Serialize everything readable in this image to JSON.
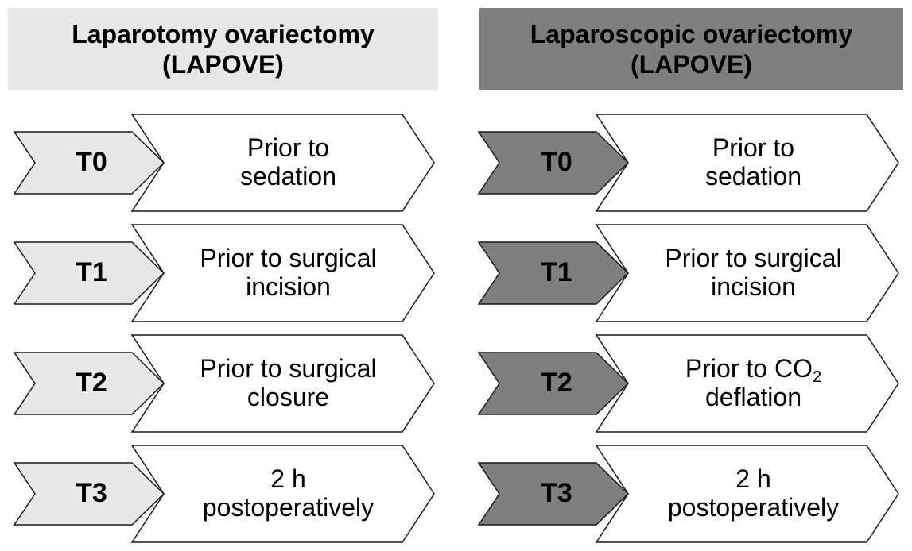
{
  "colors": {
    "left_fill": "#e8e8e8",
    "right_fill": "#7f7f7f",
    "outline": "#1a1a1a"
  },
  "left": {
    "title_line1": "Laparotomy ovariectomy",
    "title_line2": "(LAPOVE)",
    "steps": [
      {
        "label": "T0",
        "line1": "Prior to",
        "line2": "sedation"
      },
      {
        "label": "T1",
        "line1": "Prior to surgical",
        "line2": "incision"
      },
      {
        "label": "T2",
        "line1": "Prior to surgical",
        "line2": "closure"
      },
      {
        "label": "T3",
        "line1": "2 h",
        "line2": "postoperatively"
      }
    ]
  },
  "right": {
    "title_line1": "Laparoscopic ovariectomy",
    "title_line2": "(LAPOVE)",
    "steps": [
      {
        "label": "T0",
        "line1": "Prior to",
        "line2": "sedation"
      },
      {
        "label": "T1",
        "line1": "Prior to surgical",
        "line2": "incision"
      },
      {
        "label": "T2",
        "line1": "Prior to CO",
        "line1_sub": "2",
        "line2": "deflation"
      },
      {
        "label": "T3",
        "line1": "2 h",
        "line2": "postoperatively"
      }
    ]
  }
}
